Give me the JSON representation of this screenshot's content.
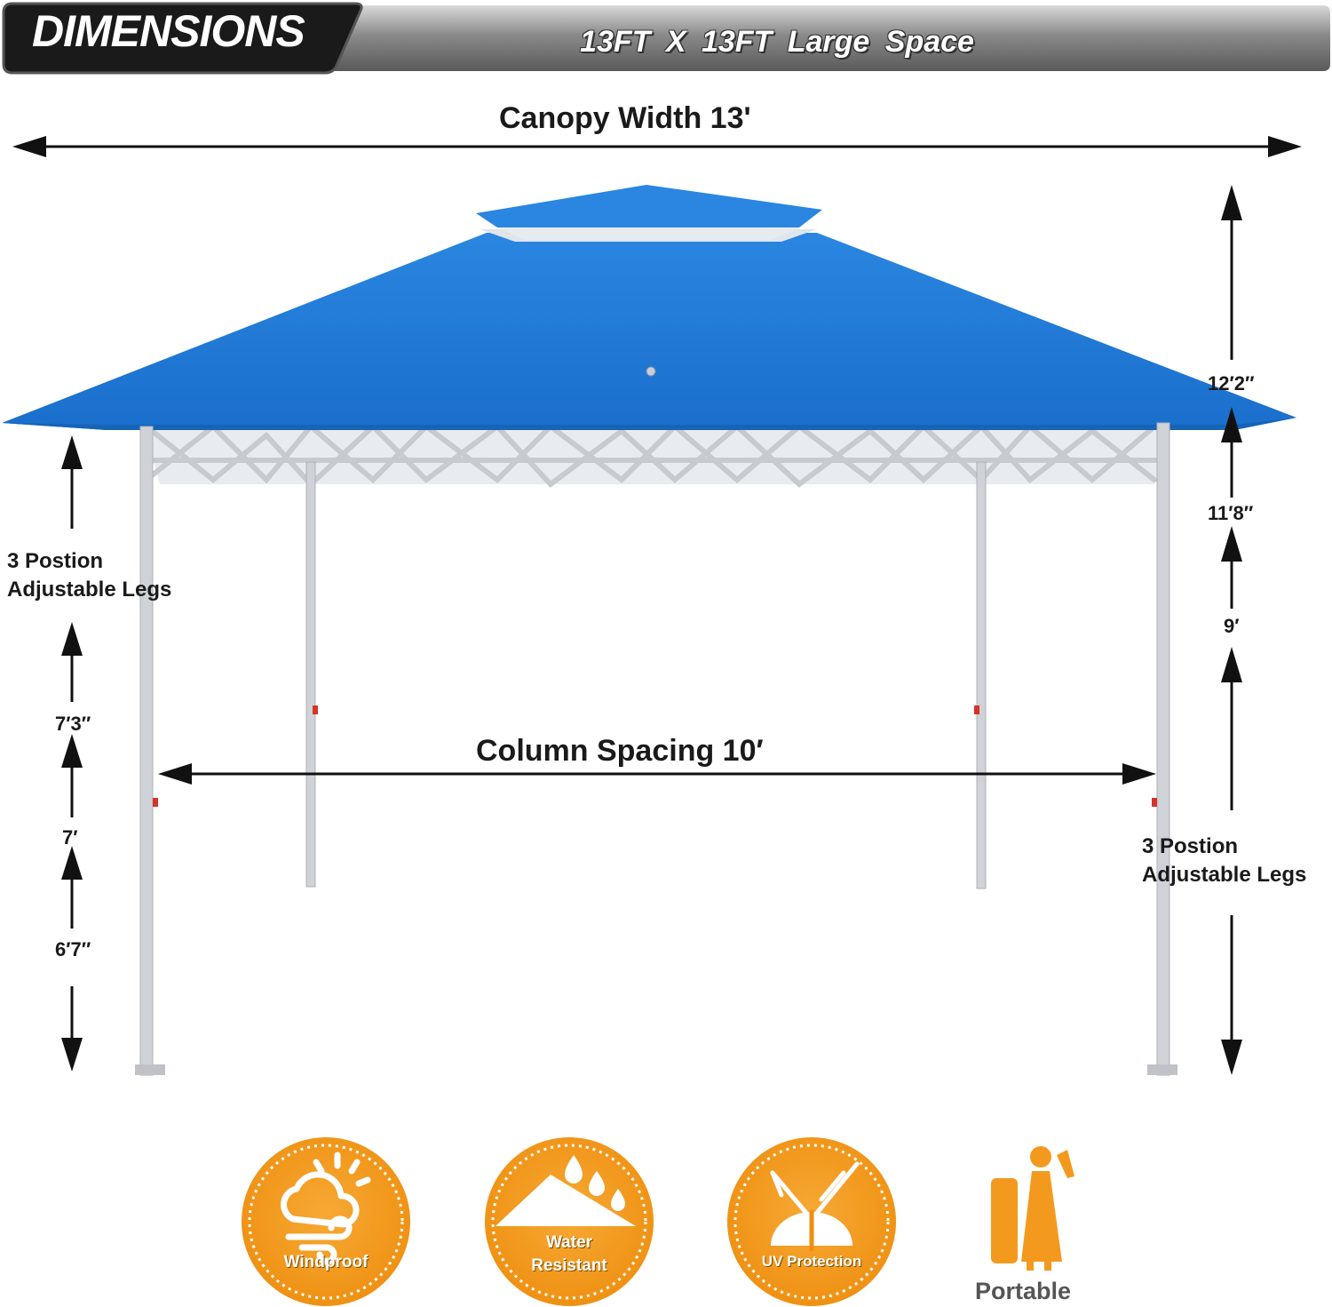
{
  "header": {
    "title": "DIMENSIONS",
    "subtitle": "13FT  X 13FT  Large Space"
  },
  "dimensions": {
    "canopy_width": "Canopy Width 13'",
    "column_spacing": "Column Spacing 10′",
    "left_legs_line1": "3 Postion",
    "left_legs_line2": "Adjustable Legs",
    "right_legs_line1": "3 Postion",
    "right_legs_line2": "Adjustable Legs",
    "leg_heights": [
      "7′3″",
      "7′",
      "6′7″"
    ],
    "total_heights": [
      "12′2″",
      "11′8″",
      "9′"
    ]
  },
  "features": [
    {
      "label": "Windproof",
      "icon": "wind-cloud-icon"
    },
    {
      "label_line1": "Water",
      "label_line2": "Resistant",
      "icon": "water-drop-icon"
    },
    {
      "label": "UV Protection",
      "icon": "uv-umbrella-icon"
    },
    {
      "label": "Portable",
      "icon": "portable-person-icon"
    }
  ],
  "colors": {
    "canopy_blue": "#1f7ad6",
    "badge_orange": "#f39a1e",
    "frame_gray": "#c9cbce",
    "banner_dark": "#1a1a1a"
  }
}
